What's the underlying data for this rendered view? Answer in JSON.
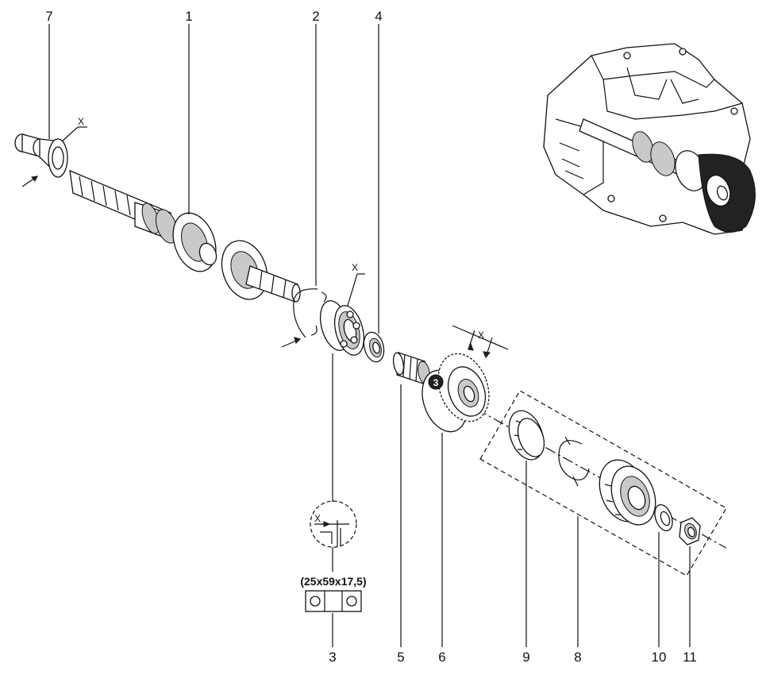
{
  "callouts": [
    {
      "id": "7",
      "text": "7"
    },
    {
      "id": "1",
      "text": "1"
    },
    {
      "id": "2",
      "text": "2"
    },
    {
      "id": "4",
      "text": "4"
    },
    {
      "id": "3",
      "text": "3"
    },
    {
      "id": "5",
      "text": "5"
    },
    {
      "id": "6",
      "text": "6"
    },
    {
      "id": "9",
      "text": "9"
    },
    {
      "id": "8",
      "text": "8"
    },
    {
      "id": "10",
      "text": "10"
    },
    {
      "id": "11",
      "text": "11"
    }
  ],
  "x_marks": {
    "shaft_end": "X",
    "bearing": "X",
    "gear": "X",
    "detail": "X"
  },
  "gear_badge": "3",
  "bearing_dimensions": "(25x59x17,5)"
}
